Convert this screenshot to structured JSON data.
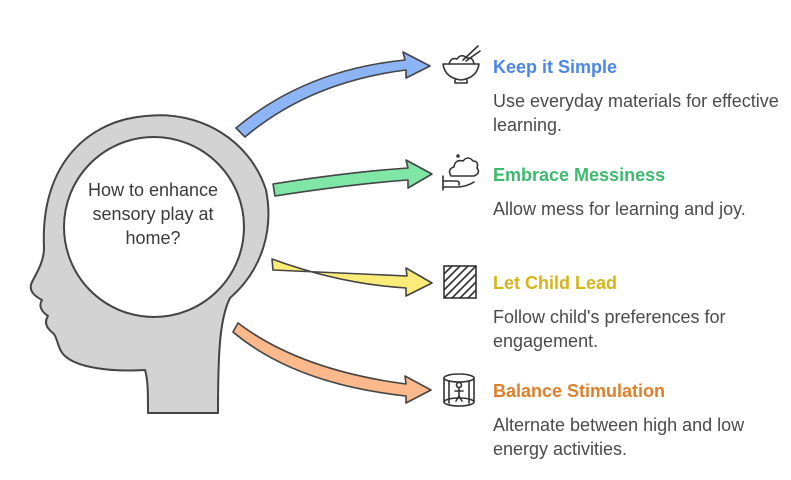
{
  "center": {
    "question": "How to enhance sensory play at home?"
  },
  "items": [
    {
      "title": "Keep it Simple",
      "description": "Use everyday materials for effective learning.",
      "color": "#4a86e8",
      "arrow_color": "#8db4f5",
      "icon": "rice-bowl-icon"
    },
    {
      "title": "Embrace Messiness",
      "description": "Allow mess for learning and joy.",
      "color": "#3cba6e",
      "arrow_color": "#7fe6a6",
      "icon": "cloud-hand-icon"
    },
    {
      "title": "Let Child Lead",
      "description": "Follow child's preferences for engagement.",
      "color": "#d4b51a",
      "arrow_color": "#fbec7a",
      "icon": "hatched-square-icon"
    },
    {
      "title": "Balance Stimulation",
      "description": "Alternate between high and low energy activities.",
      "color": "#e07f2a",
      "arrow_color": "#fbb88a",
      "icon": "trampoline-icon"
    }
  ]
}
